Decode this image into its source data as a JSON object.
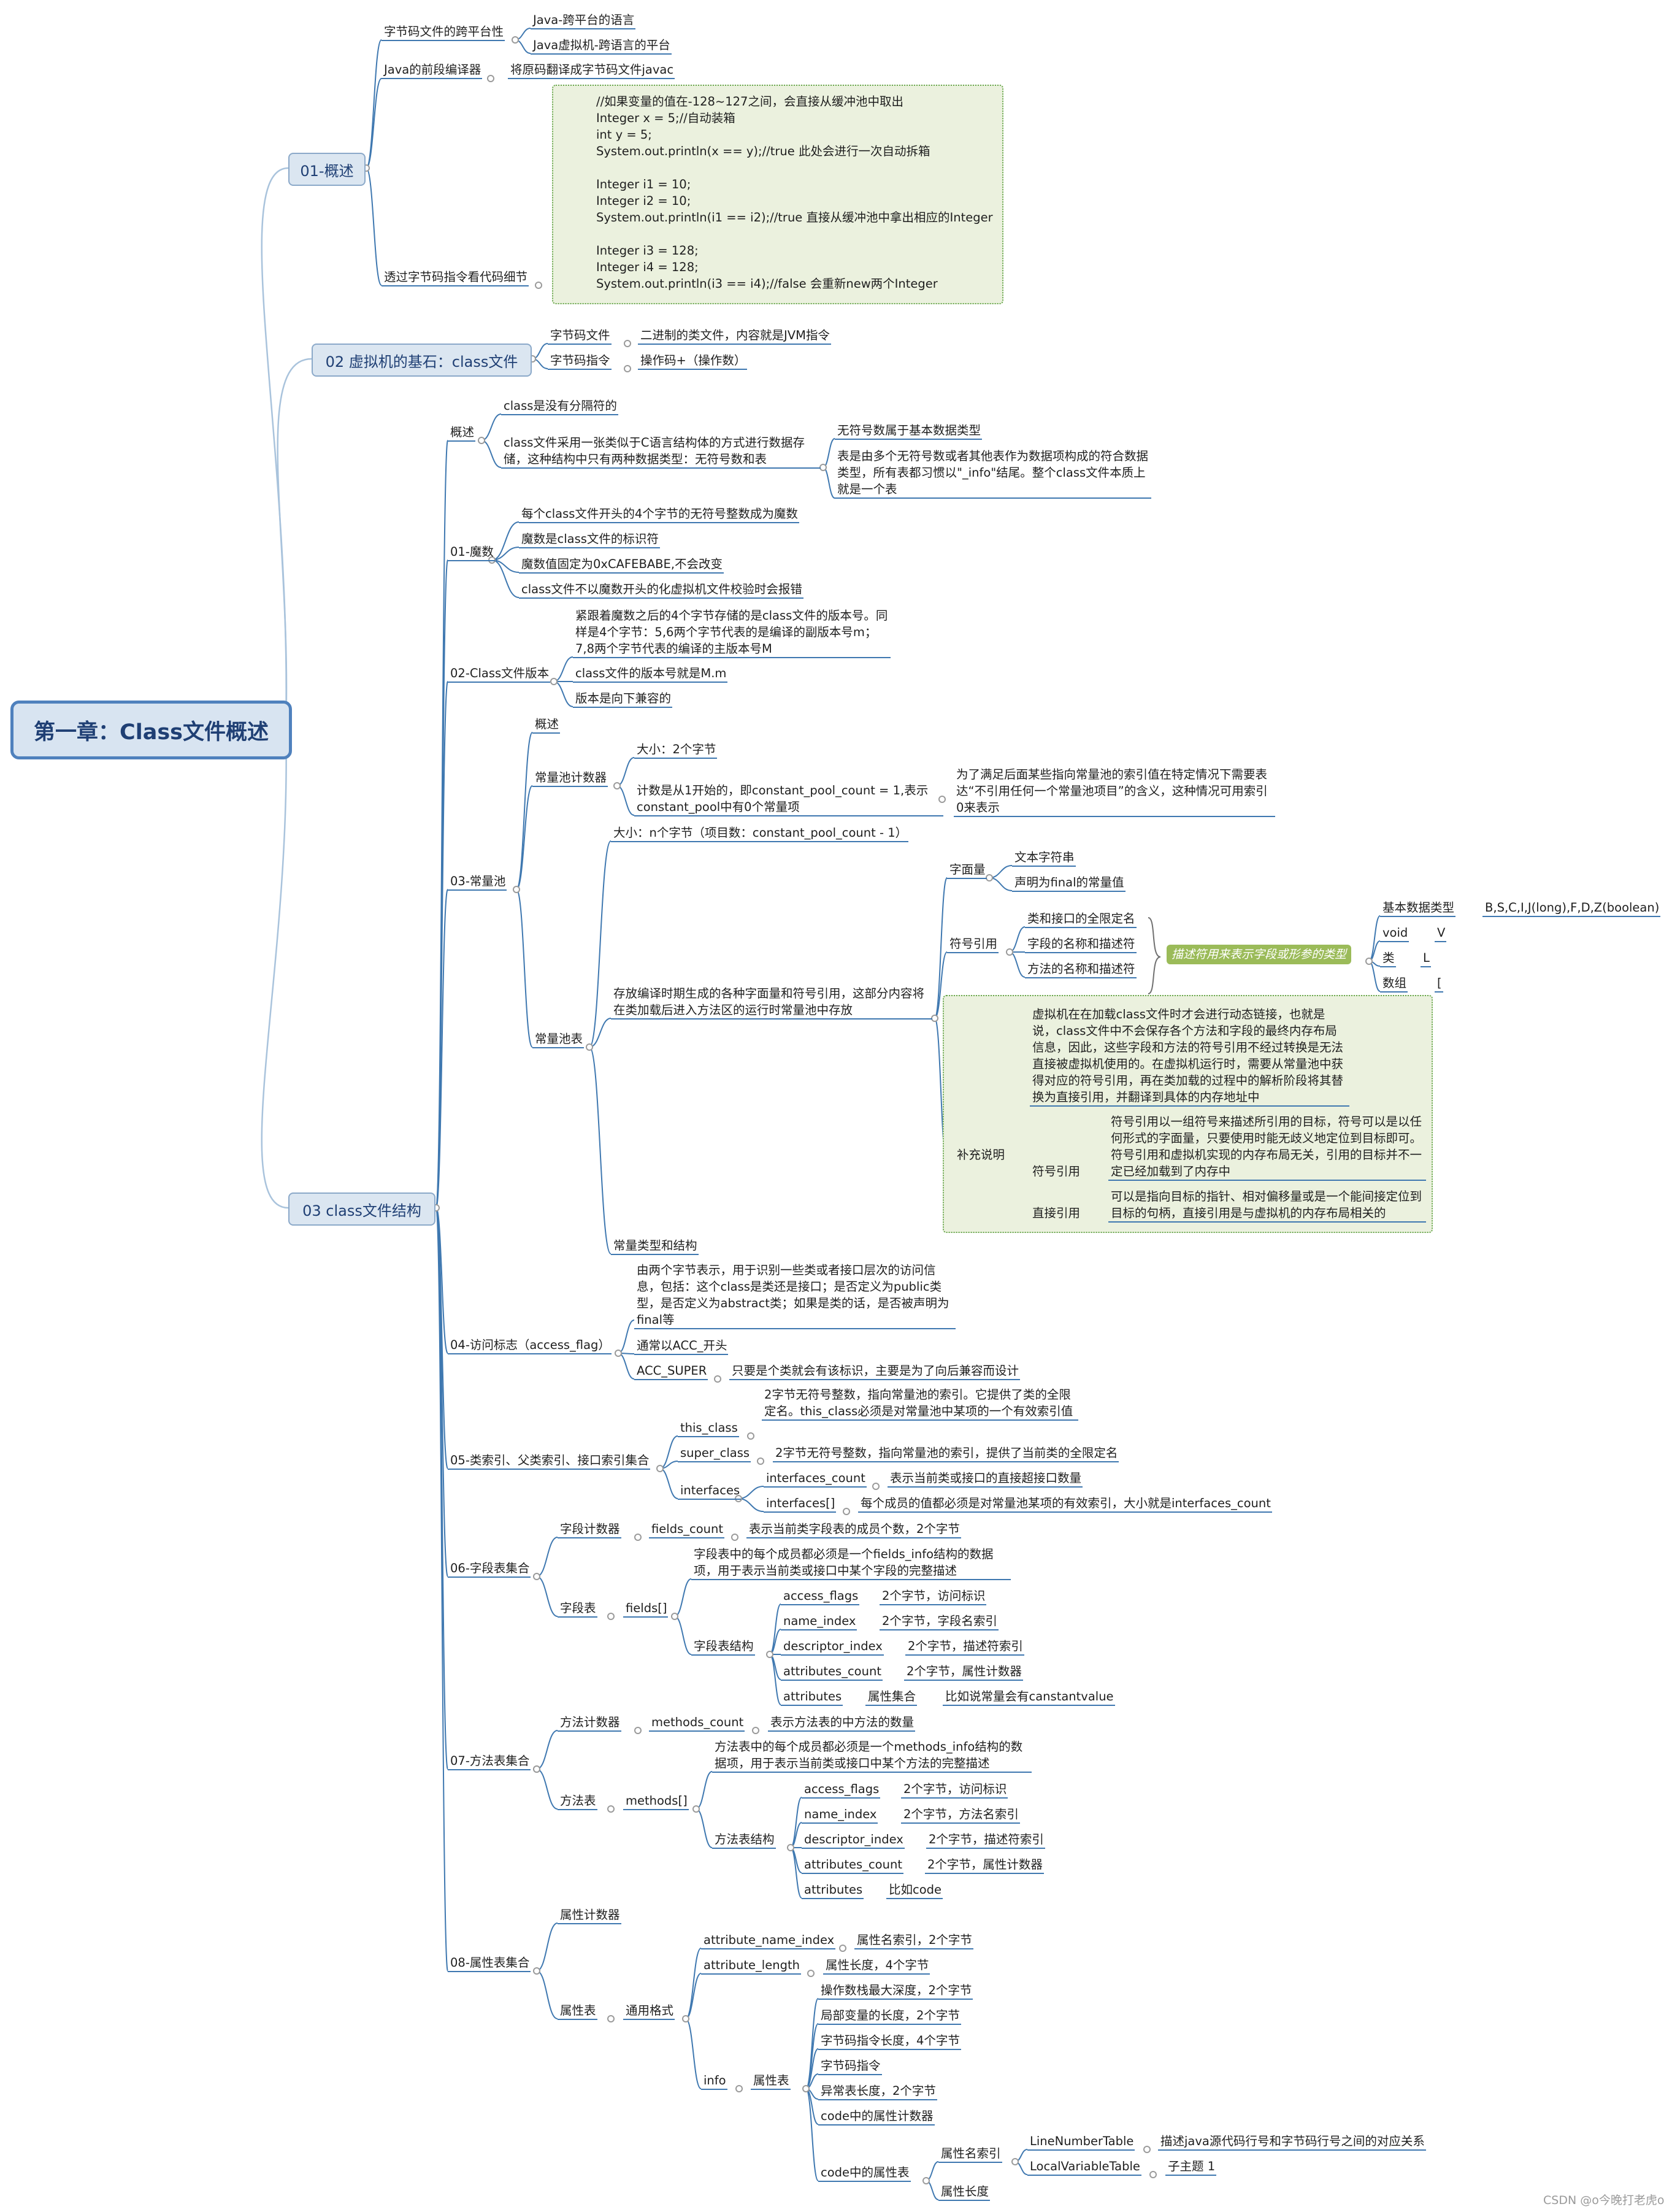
{
  "root": {
    "title": "第一章：Class文件概述"
  },
  "s01": {
    "title": "01-概述",
    "platform": {
      "label": "字节码文件的跨平台性",
      "java": "Java-跨平台的语言",
      "jvm": "Java虚拟机-跨语言的平台"
    },
    "frontend": {
      "label": "Java的前段编译器",
      "desc": "将原码翻译成字节码文件javac"
    },
    "detail": {
      "label": "透过字节码指令看代码细节",
      "code": [
        "//如果变量的值在-128~127之间，会直接从缓冲池中取出",
        "Integer x = 5;//自动装箱",
        "int y = 5;",
        "System.out.println(x == y);//true 此处会进行一次自动拆箱",
        "",
        "Integer i1 = 10;",
        "Integer i2 = 10;",
        "System.out.println(i1 == i2);//true 直接从缓冲池中拿出相应的Integer",
        "",
        "Integer i3 = 128;",
        "Integer i4 = 128;",
        "System.out.println(i3 == i4);//false 会重新new两个Integer"
      ]
    }
  },
  "s02": {
    "title": "02 虚拟机的基石：class文件",
    "file": "字节码文件",
    "file_desc": "二进制的类文件，内容就是JVM指令",
    "instr": "字节码指令",
    "instr_desc": "操作码+（操作数）"
  },
  "s03": {
    "title": "03 class文件结构",
    "overview": {
      "label": "概述",
      "no_sep": "class是没有分隔符的",
      "struct": "class文件采用一张类似于C语言结构体的方式进行数据存储，这种结构中只有两种数据类型：无符号数和表",
      "unsigned": "无符号数属于基本数据类型",
      "table": "表是由多个无符号数或者其他表作为数据项构成的符合数据类型，所有表都习惯以\"_info\"结尾。整个class文件本质上就是一个表"
    },
    "magic": {
      "label": "01-魔数",
      "items": [
        "每个class文件开头的4个字节的无符号整数成为魔数",
        "魔数是class文件的标识符",
        "魔数值固定为0xCAFEBABE,不会改变",
        "class文件不以魔数开头的化虚拟机文件校验时会报错"
      ]
    },
    "version": {
      "label": "02-Class文件版本",
      "items": [
        "紧跟着魔数之后的4个字节存储的是class文件的版本号。同样是4个字节：5,6两个字节代表的是编译的副版本号m；7,8两个字节代表的编译的主版本号M",
        "class文件的版本号就是M.m",
        "版本是向下兼容的"
      ]
    },
    "pool": {
      "label": "03-常量池",
      "overview": "概述",
      "counter": {
        "label": "常量池计数器",
        "size": "大小：2个字节",
        "count": "计数是从1开始的，即constant_pool_count = 1,表示constant_pool中有0个常量项",
        "note": "为了满足后面某些指向常量池的索引值在特定情况下需要表达“不引用任何一个常量池项目”的含义，这种情况可用索引0来表示"
      },
      "table": {
        "label": "常量池表",
        "size": "大小：n个字节（项目数：constant_pool_count - 1）",
        "store": "存放编译时期生成的各种字面量和符号引用，这部分内容将在类加载后进入方法区的运行时常量池中存放",
        "literal": {
          "label": "字面量",
          "items": [
            "文本字符串",
            "声明为final的常量值"
          ]
        },
        "symref": {
          "label": "符号引用",
          "items": [
            "类和接口的全限定名",
            "字段的名称和描述符",
            "方法的名称和描述符"
          ],
          "tag": "描述符用来表示字段或形参的类型",
          "types": [
            {
              "k": "基本数据类型",
              "v": "B,S,C,I,J(long),F,D,Z(boolean)"
            },
            {
              "k": "void",
              "v": "V"
            },
            {
              "k": "类",
              "v": "L"
            },
            {
              "k": "数组",
              "v": "["
            }
          ]
        },
        "supp": {
          "label": "补充说明",
          "intro": "虚拟机在在加载class文件时才会进行动态链接，也就是说，class文件中不会保存各个方法和字段的最终内存布局信息，因此，这些字段和方法的符号引用不经过转换是无法直接被虚拟机使用的。在虚拟机运行时，需要从常量池中获得对应的符号引用，再在类加载的过程中的解析阶段将其替换为直接引用，并翻译到具体的内存地址中",
          "sym": "符号引用",
          "sym_desc": "符号引用以一组符号来描述所引用的目标，符号可以是以任何形式的字面量，只要使用时能无歧义地定位到目标即可。符号引用和虚拟机实现的内存布局无关，引用的目标并不一定已经加载到了内存中",
          "dir": "直接引用",
          "dir_desc": "可以是指向目标的指针、相对偏移量或是一个能间接定位到目标的句柄，直接引用是与虚拟机的内存布局相关的"
        }
      },
      "types": "常量类型和结构"
    },
    "access": {
      "label": "04-访问标志（access_flag）",
      "desc": "由两个字节表示，用于识别一些类或者接口层次的访问信息，包括：这个class是类还是接口；是否定义为public类型，是否定义为abstract类；如果是类的话，是否被声明为final等",
      "prefix": "通常以ACC_开头",
      "super": "ACC_SUPER",
      "super_desc": "只要是个类就会有该标识，主要是为了向后兼容而设计"
    },
    "index": {
      "label": "05-类索引、父类索引、接口索引集合",
      "this": "this_class",
      "this_desc": "2字节无符号整数，指向常量池的索引。它提供了类的全限定名。this_class必须是对常量池中某项的一个有效索引值",
      "super": "super_class",
      "super_desc": "2字节无符号整数，指向常量池的索引，提供了当前类的全限定名",
      "ifaces": "interfaces",
      "icount": "interfaces_count",
      "icount_desc": "表示当前类或接口的直接超接口数量",
      "iarr": "interfaces[]",
      "iarr_desc": "每个成员的值都必须是对常量池某项的有效索引，大小就是interfaces_count"
    },
    "fields": {
      "label": "06-字段表集合",
      "counter": "字段计数器",
      "count": "fields_count",
      "count_desc": "表示当前类字段表的成员个数，2个字节",
      "table": "字段表",
      "arr": "fields[]",
      "desc": "字段表中的每个成员都必须是一个fields_info结构的数据项，用于表示当前类或接口中某个字段的完整描述",
      "struct": "字段表结构",
      "rows": [
        {
          "k": "access_flags",
          "v": "2个字节，访问标识"
        },
        {
          "k": "name_index",
          "v": "2个字节，字段名索引"
        },
        {
          "k": "descriptor_index",
          "v": "2个字节，描述符索引"
        },
        {
          "k": "attributes_count",
          "v": "2个字节，属性计数器"
        }
      ],
      "attrs": "attributes",
      "attrs_set": "属性集合",
      "attrs_desc": "比如说常量会有canstantvalue"
    },
    "methods": {
      "label": "07-方法表集合",
      "counter": "方法计数器",
      "count": "methods_count",
      "count_desc": "表示方法表的中方法的数量",
      "table": "方法表",
      "arr": "methods[]",
      "desc": "方法表中的每个成员都必须是一个methods_info结构的数据项，用于表示当前类或接口中某个方法的完整描述",
      "struct": "方法表结构",
      "rows": [
        {
          "k": "access_flags",
          "v": "2个字节，访问标识"
        },
        {
          "k": "name_index",
          "v": "2个字节，方法名索引"
        },
        {
          "k": "descriptor_index",
          "v": "2个字节，描述符索引"
        },
        {
          "k": "attributes_count",
          "v": "2个字节，属性计数器"
        },
        {
          "k": "attributes",
          "v": "比如code"
        }
      ]
    },
    "attrs": {
      "label": "08-属性表集合",
      "counter": "属性计数器",
      "table": "属性表",
      "fmt": "通用格式",
      "name_idx": "attribute_name_index",
      "name_idx_desc": "属性名索引，2个字节",
      "len": "attribute_length",
      "len_desc": "属性长度，4个字节",
      "info": "info",
      "prop": "属性表",
      "items": [
        "操作数栈最大深度，2个字节",
        "局部变量的长度，2个字节",
        "字节码指令长度，4个字节",
        "字节码指令",
        "异常表长度，2个字节",
        "code中的属性计数器"
      ],
      "code_prop": "code中的属性表",
      "code_name": "属性名索引",
      "lnt": "LineNumberTable",
      "lnt_desc": "描述java源代码行号和字节码行号之间的对应关系",
      "lvt": "LocalVariableTable",
      "lvt_desc": "子主题 1",
      "code_len": "属性长度"
    }
  },
  "watermark": "CSDN @o今晚打老虎o"
}
